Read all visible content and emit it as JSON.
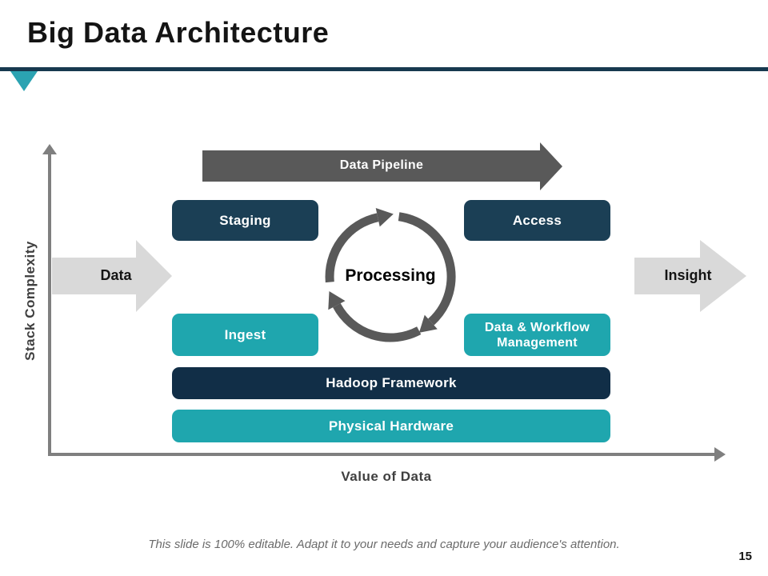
{
  "slide": {
    "title": "Big Data Architecture",
    "page_number": "15",
    "footer_note": "This slide is 100% editable. Adapt it to your needs and capture your audience's attention."
  },
  "axes": {
    "y_label": "Stack Complexity",
    "x_label": "Value of Data"
  },
  "diagram": {
    "pipeline_label": "Data Pipeline",
    "input_label": "Data",
    "output_label": "Insight",
    "center_label": "Processing",
    "boxes": [
      {
        "label": "Staging"
      },
      {
        "label": "Access"
      },
      {
        "label": "Ingest"
      },
      {
        "label": "Data & Workflow Management"
      },
      {
        "label": "Hadoop Framework"
      },
      {
        "label": "Physical Hardware"
      }
    ]
  },
  "colors": {
    "navy": "#1B3F55",
    "navy_dark": "#112E47",
    "teal": "#1FA6AE",
    "teal_marker": "#2BA3B2",
    "arrow_dark_gray": "#595959",
    "arrow_light_gray": "#D9D9D9",
    "axis_gray": "#7F7F7F"
  }
}
